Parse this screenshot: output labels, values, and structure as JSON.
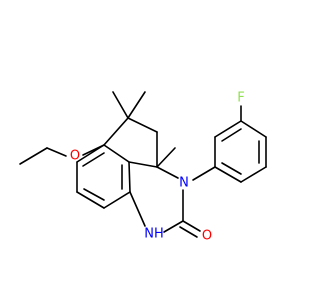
{
  "diagram": {
    "type": "chemical-structure",
    "colors": {
      "bond": "#000000",
      "oxygen": "#ff0000",
      "nitrogen": "#0000ff",
      "fluorine": "#90e050",
      "hydrogen_label": "#0000ff"
    },
    "atom_labels": {
      "ether_oxygen": "O",
      "carbonyl_oxygen": "O",
      "ring_nitrogen": "N",
      "nh_group": "NH",
      "fluorine": "F"
    }
  }
}
